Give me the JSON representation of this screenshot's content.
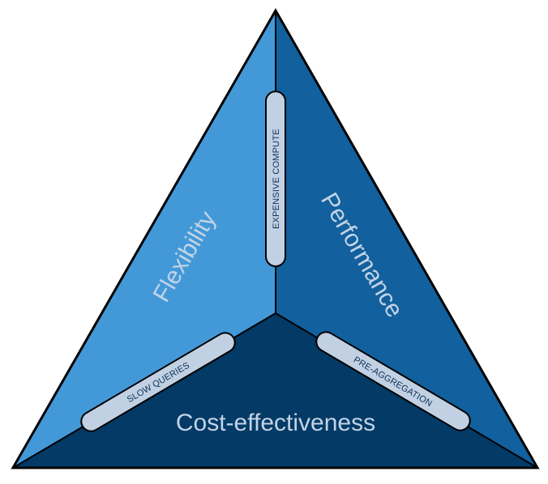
{
  "diagram": {
    "title": "Trade-off triangle",
    "faces": [
      {
        "id": "flexibility",
        "label": "Flexibility",
        "color": "#4399d8"
      },
      {
        "id": "performance",
        "label": "Performance",
        "color": "#12609d"
      },
      {
        "id": "cost",
        "label": "Cost-effectiveness",
        "color": "#033a66"
      }
    ],
    "edges": [
      {
        "id": "expensive-compute",
        "label": "EXPENSIVE COMPUTE",
        "between": [
          "flexibility",
          "performance"
        ]
      },
      {
        "id": "slow-queries",
        "label": "SLOW QUERIES",
        "between": [
          "flexibility",
          "cost"
        ]
      },
      {
        "id": "pre-aggregation",
        "label": "PRE-AGGREGATION",
        "between": [
          "performance",
          "cost"
        ]
      }
    ],
    "colors": {
      "outline": "#000000",
      "pill_fill": "#c1d1e3",
      "pill_text": "#0e3156",
      "face_text": "#c3d3e6"
    }
  }
}
